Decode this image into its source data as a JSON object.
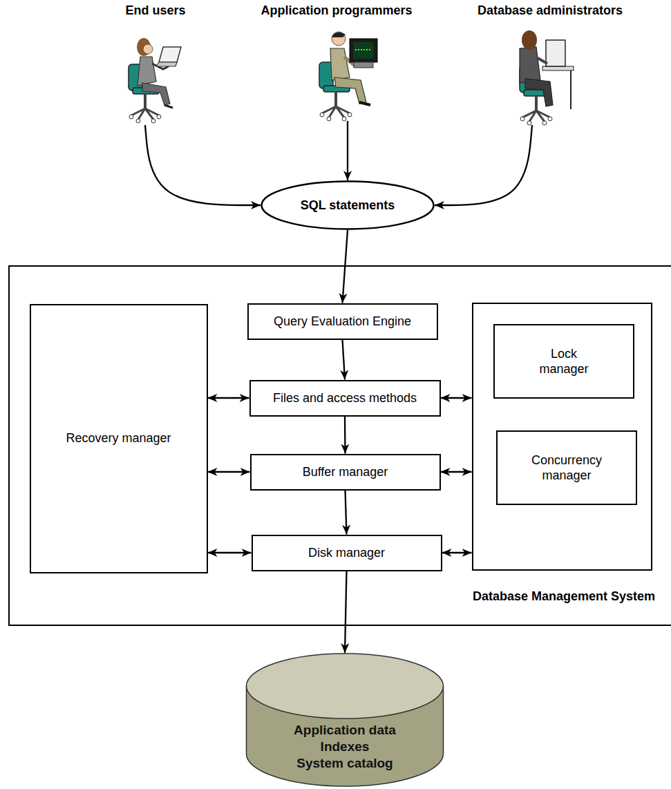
{
  "diagram": {
    "nodes": [
      {
        "text": [
          "End users"
        ]
      },
      {
        "text": [
          "Application programmers"
        ]
      },
      {
        "text": [
          "Database administrators"
        ]
      },
      {
        "text": [
          "SQL statements"
        ]
      },
      {
        "text": [
          "Database Management System"
        ]
      },
      {
        "text": [
          "Recovery manager"
        ],
        "in": 4
      },
      {
        "text": [
          "Query Evaluation Engine"
        ],
        "in": 4
      },
      {
        "text": [
          "Files and access methods"
        ],
        "in": 4
      },
      {
        "text": [
          "Buffer manager"
        ],
        "in": 4
      },
      {
        "text": [
          "Disk manager"
        ],
        "in": 4
      },
      {
        "text": [],
        "in": 4
      },
      {
        "text": [
          "Lock manager"
        ],
        "in": 10
      },
      {
        "text": [
          "Concurrency manager"
        ],
        "in": 10
      },
      {
        "text": [
          "Application data",
          "Indexes",
          "System catalog"
        ]
      }
    ],
    "edges": [
      {
        "from": 0,
        "to": 3,
        "arrow": "to"
      },
      {
        "from": 1,
        "to": 3,
        "arrow": "to"
      },
      {
        "from": 2,
        "to": 3,
        "arrow": "to"
      },
      {
        "from": 3,
        "to": 6,
        "arrow": "to"
      },
      {
        "from": 6,
        "to": 7,
        "arrow": "to"
      },
      {
        "from": 7,
        "to": 8,
        "arrow": "to"
      },
      {
        "from": 8,
        "to": 9,
        "arrow": "to"
      },
      {
        "from": 9,
        "to": 13,
        "arrow": "to"
      },
      {
        "from": 5,
        "to": 7,
        "arrow": "both"
      },
      {
        "from": 5,
        "to": 8,
        "arrow": "both"
      },
      {
        "from": 5,
        "to": 9,
        "arrow": "both"
      },
      {
        "from": 7,
        "to": 10,
        "arrow": "both"
      },
      {
        "from": 8,
        "to": 10,
        "arrow": "both"
      },
      {
        "from": 9,
        "to": 10,
        "arrow": "both"
      }
    ]
  }
}
